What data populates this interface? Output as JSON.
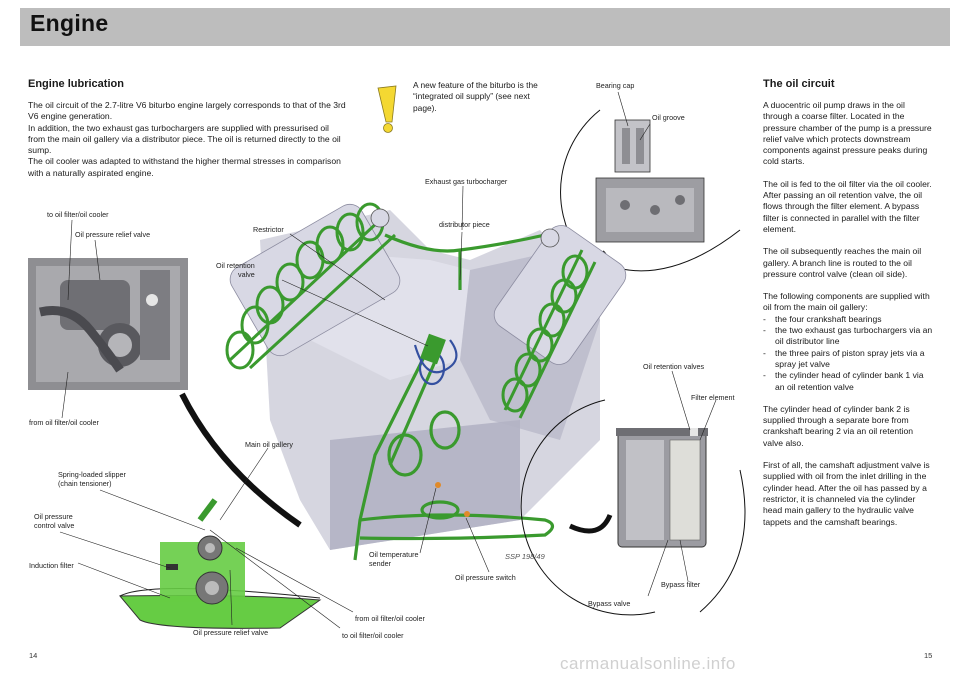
{
  "header": {
    "title": "Engine"
  },
  "left": {
    "heading": "Engine lubrication",
    "paragraph": "The oil circuit of the 2.7-litre V6 biturbo engine largely corresponds to that of the 3rd V6 engine generation.\nIn addition, the two exhaust gas turbochargers are supplied with pressurised oil from the main oil gallery via a distributor piece. The oil is returned directly to the oil sump.\nThe oil cooler was adapted to withstand the higher thermal stresses in comparison with a naturally aspirated engine."
  },
  "note": {
    "icon": "exclamation-icon",
    "text": "A new feature of the biturbo is the “integrated oil supply” (see next page)."
  },
  "right": {
    "heading": "The oil circuit",
    "p1": "A duocentric oil pump draws in the oil through a coarse filter. Located in the pressure chamber of the pump is a pressure relief valve which protects downstream components against pressure peaks during cold starts.",
    "p2": "The oil is fed to the oil filter via the oil cooler. After passing an oil retention valve, the oil flows through the filter element. A bypass filter is connected in parallel with the filter element.",
    "p3": "The oil subsequently reaches the main oil gallery. A branch line is routed to the oil pressure control valve (clean oil side).",
    "p4": "The following components are supplied with oil from the main oil gallery:",
    "list": [
      "the four crankshaft bearings",
      "the two exhaust gas turbochargers via an oil distributor line",
      "the three pairs of piston spray jets via a spray jet valve",
      "the cylinder head of cylinder bank 1 via an oil retention valve"
    ],
    "p5": "The cylinder head of cylinder bank 2 is supplied through a separate bore from crankshaft bearing 2 via an oil retention valve also.",
    "p6": "First of all, the camshaft adjustment valve is supplied with oil from the inlet drilling in the cylinder head. After the oil has passed by a restrictor, it is channeled via the cylinder head main gallery to the hydraulic valve tappets and the camshaft bearings."
  },
  "labels": {
    "to_oil_filter_cooler_top": "to oil filter/oil cooler",
    "oil_pressure_relief_valve_top": "Oil pressure relief valve",
    "from_oil_filter_cooler_left": "from oil filter/oil cooler",
    "restrictor": "Restrictor",
    "oil_retention_valve": "Oil retention\nvalve",
    "exhaust_gas_turbocharger": "Exhaust gas turbocharger",
    "distributor_piece": "distributor piece",
    "bearing_cap": "Bearing cap",
    "oil_groove": "Oil groove",
    "main_oil_gallery": "Main oil gallery",
    "spring_loaded_slipper": "Spring-loaded slipper\n(chain tensioner)",
    "oil_pressure_control_valve": "Oil pressure\ncontrol valve",
    "induction_filter": "Induction filter",
    "oil_pressure_relief_valve_bottom": "Oil pressure relief valve",
    "to_oil_filter_cooler_bottom": "to oil filter/oil cooler",
    "from_oil_filter_cooler_bottom": "from oil filter/oil cooler",
    "oil_temperature_sender": "Oil temperature\nsender",
    "oil_pressure_switch": "Oil pressure switch",
    "oil_retention_valves": "Oil retention valves",
    "filter_element": "Filter element",
    "bypass_filter": "Bypass filter",
    "bypass_valve": "Bypass valve"
  },
  "figure_ref": "SSP 198/49",
  "page_numbers": {
    "left": "14",
    "right": "15"
  },
  "watermark": "carmanualsonline.info",
  "colors": {
    "header_bar": "#bdbdbd",
    "oil_green": "#3a9a2e",
    "oil_green_fill": "#66cc44",
    "engine_grey": "#c9c9d6",
    "note_yellow": "#f4d832"
  }
}
